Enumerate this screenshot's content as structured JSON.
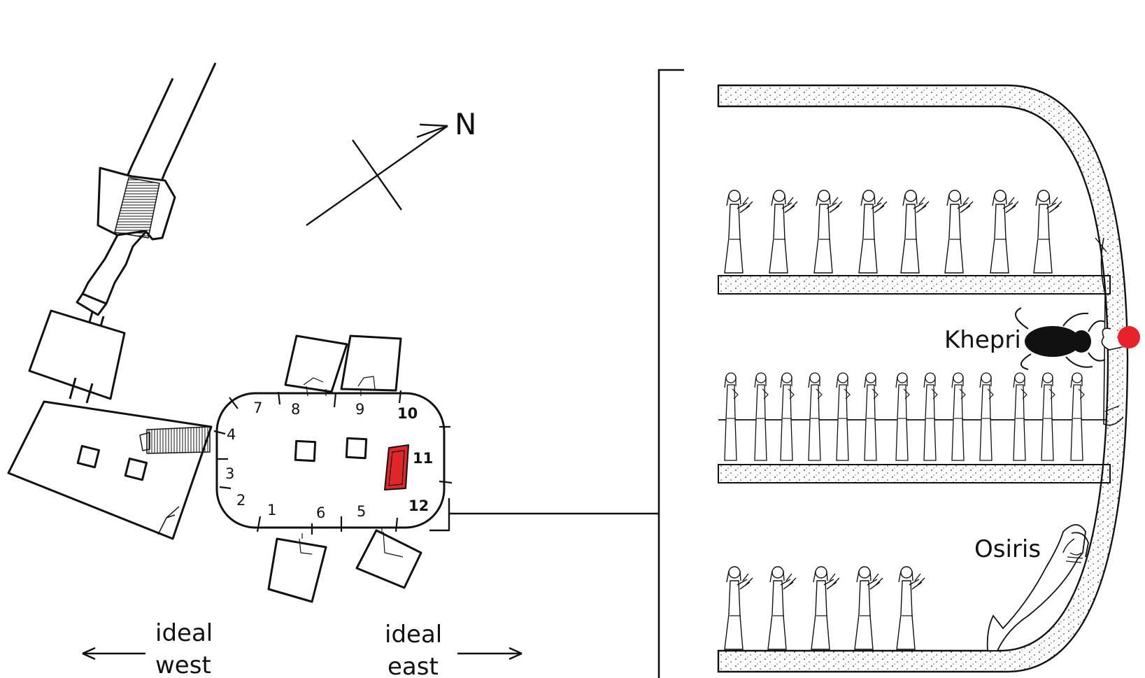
{
  "compass": {
    "north_label": "N"
  },
  "directions": {
    "west": {
      "line1": "ideal",
      "line2": "west"
    },
    "east": {
      "line1": "ideal",
      "line2": "east"
    }
  },
  "chamber_numbers": [
    {
      "label": "1",
      "bold": false
    },
    {
      "label": "2",
      "bold": false
    },
    {
      "label": "3",
      "bold": false
    },
    {
      "label": "4",
      "bold": false
    },
    {
      "label": "5",
      "bold": false
    },
    {
      "label": "6",
      "bold": false
    },
    {
      "label": "7",
      "bold": false
    },
    {
      "label": "8",
      "bold": false
    },
    {
      "label": "9",
      "bold": false
    },
    {
      "label": "10",
      "bold": true
    },
    {
      "label": "11",
      "bold": true
    },
    {
      "label": "12",
      "bold": true
    }
  ],
  "scene": {
    "deity_upper": "Khepri",
    "deity_lower": "Osiris"
  },
  "colors": {
    "sarcophagus": "#e0262a",
    "red_dot": "#e8222a",
    "line": "#111111"
  }
}
